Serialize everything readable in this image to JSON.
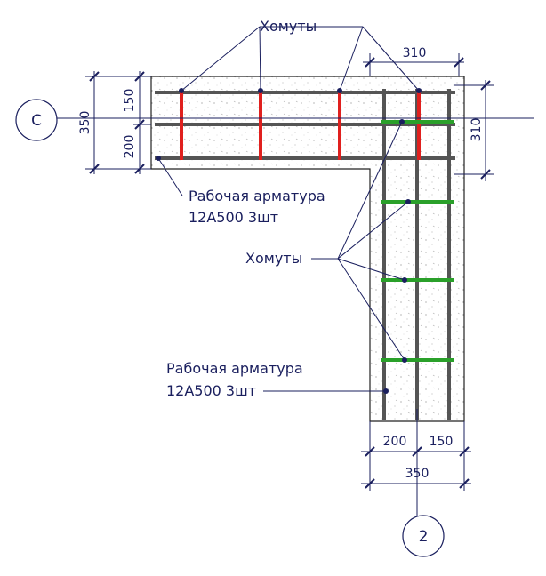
{
  "dimensions": {
    "top_width": "310",
    "right_height": "310",
    "left_total": "350",
    "left_top": "150",
    "left_bottom": "200",
    "bottom_left": "200",
    "bottom_right": "150",
    "bottom_total": "350"
  },
  "axes": {
    "horizontal_axis": "С",
    "vertical_axis": "2"
  },
  "labels": {
    "stirrups_top": "Хомуты",
    "stirrups_mid": "Хомуты",
    "rebar_top_line1": "Рабочая арматура",
    "rebar_top_line2": "12А500 3шт",
    "rebar_bottom_line1": "Рабочая арматура",
    "rebar_bottom_line2": "12А500 3шт"
  },
  "colors": {
    "dimension": "#1a1f5e",
    "stirrup_beam_horizontal": "#e0201e",
    "stirrup_beam_vertical": "#2aa02a",
    "rebar": "#555555",
    "concrete": "#f7f7f7"
  }
}
